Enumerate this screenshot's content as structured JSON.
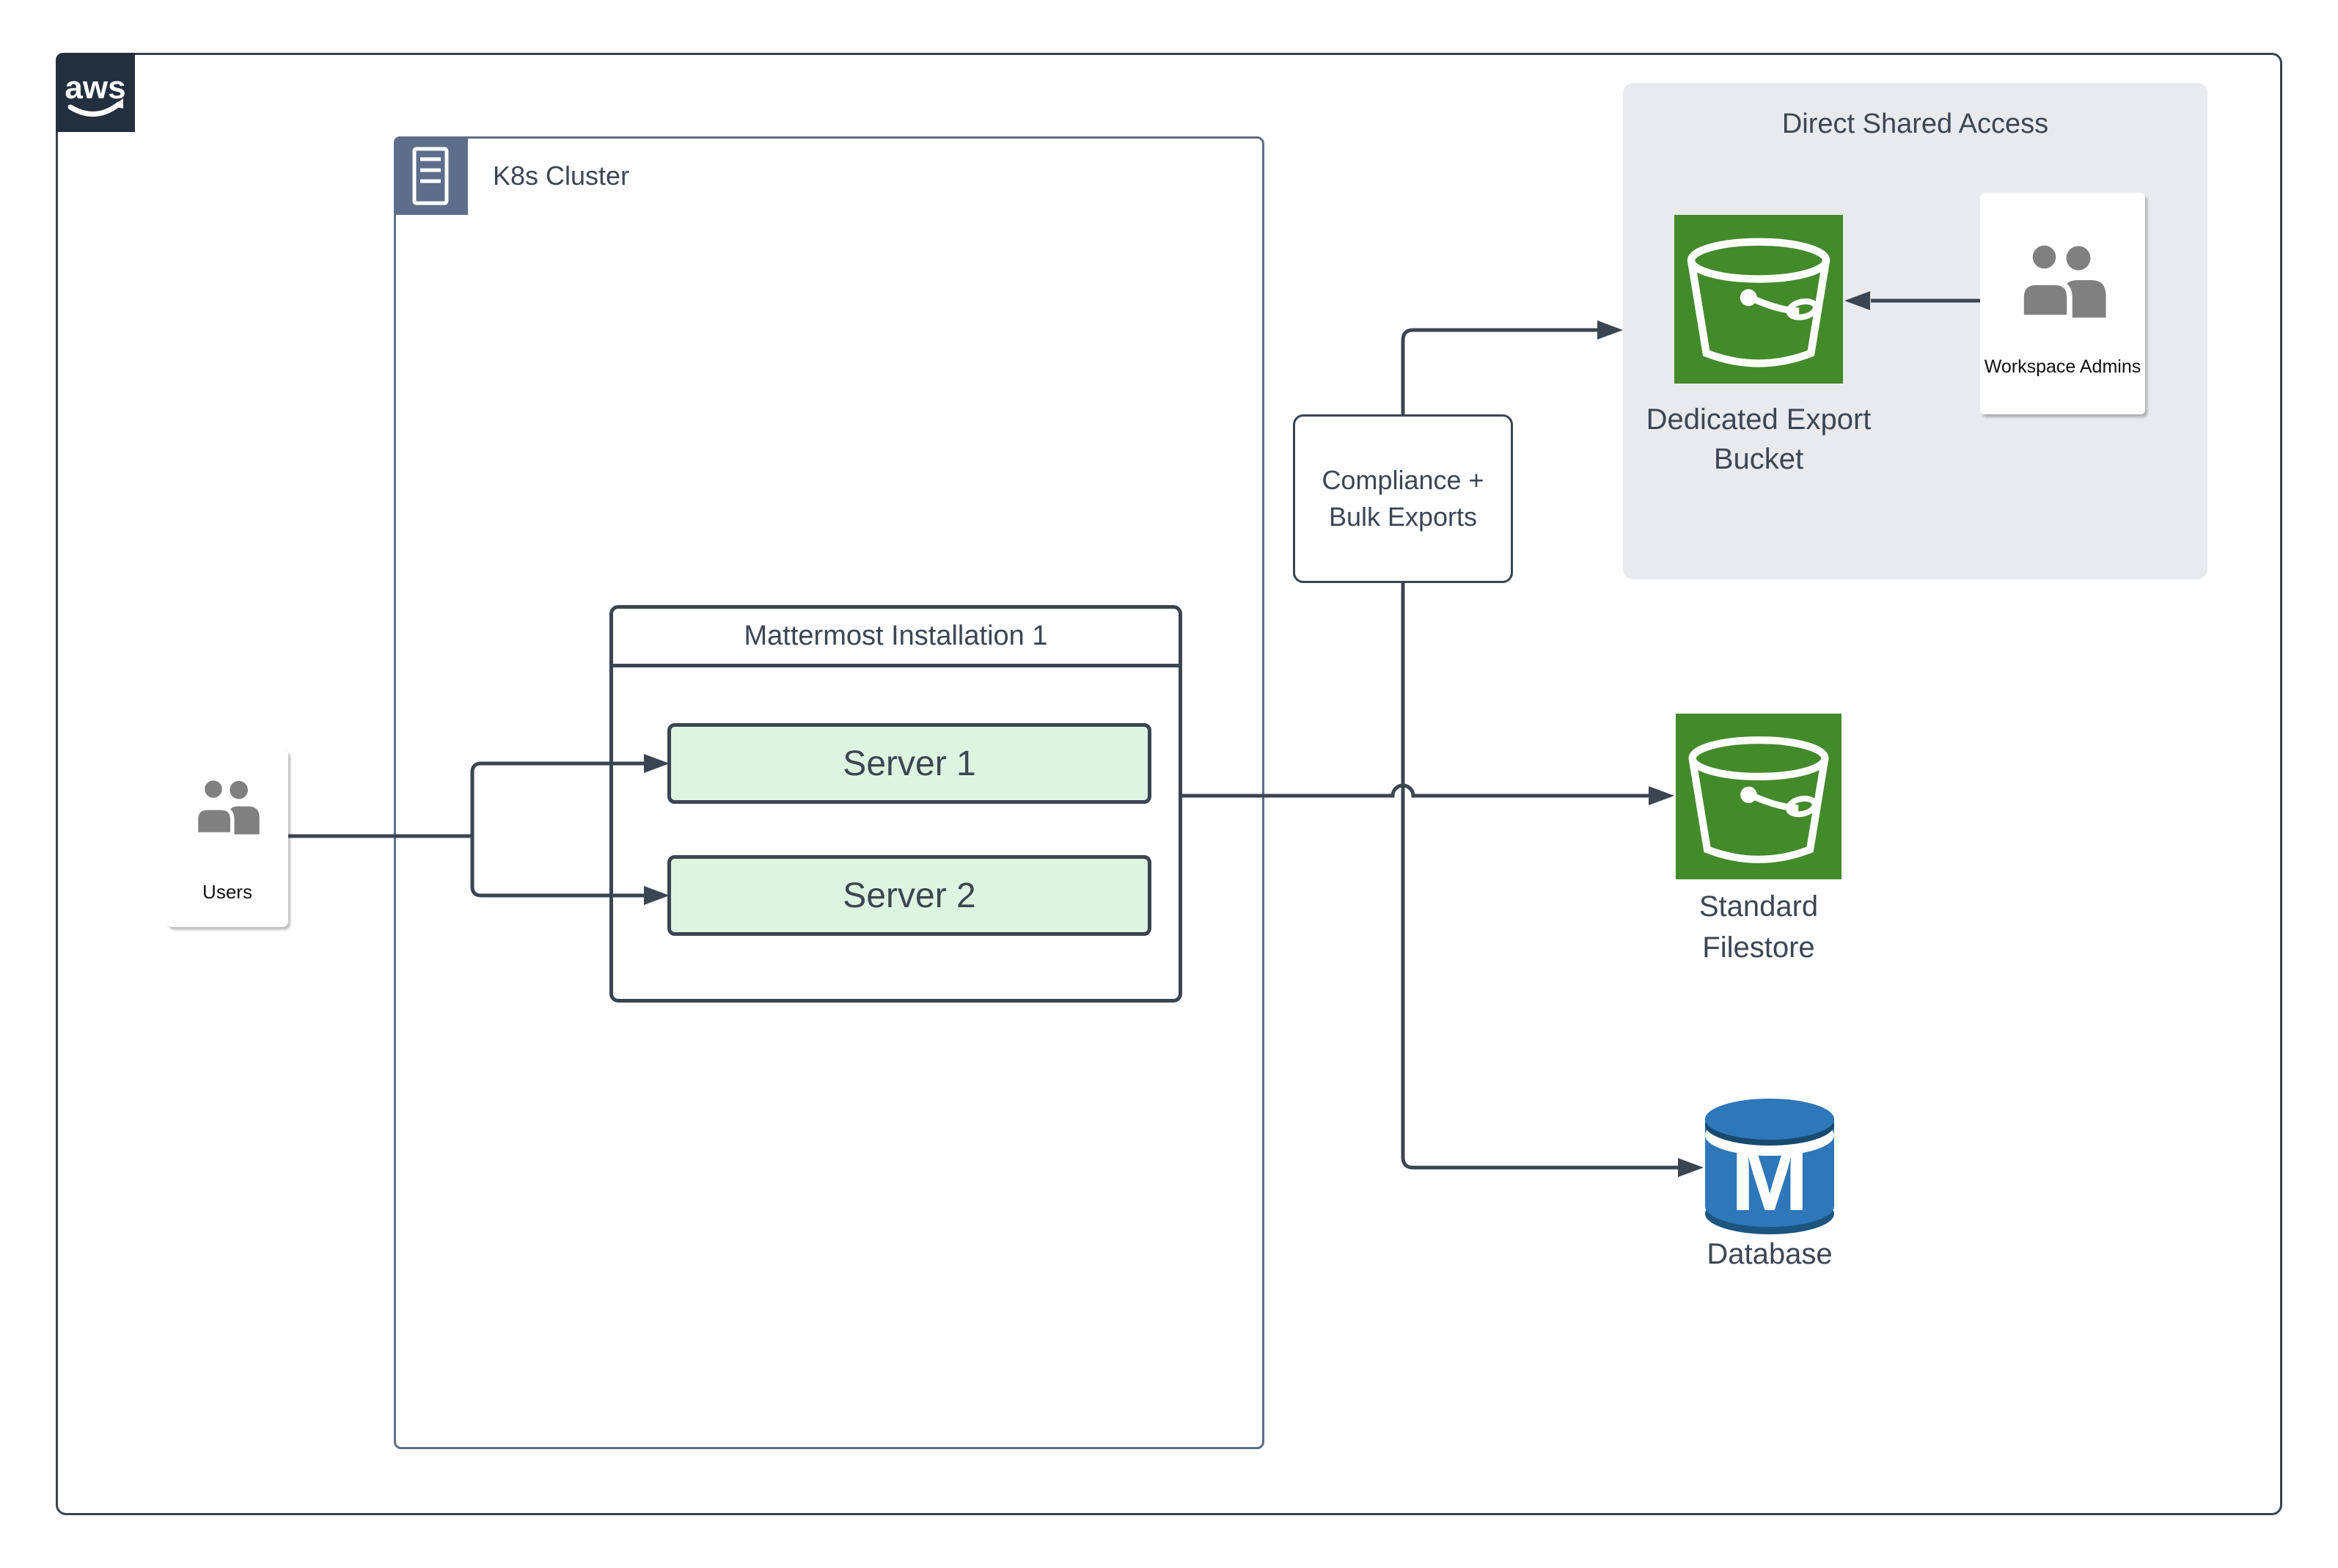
{
  "diagram": {
    "aws_logo": {
      "text": "aws"
    },
    "k8s_cluster": {
      "label": "K8s Cluster"
    },
    "mattermost": {
      "title": "Mattermost Installation 1",
      "servers": [
        {
          "label": "Server 1"
        },
        {
          "label": "Server 2"
        }
      ]
    },
    "users": {
      "label": "Users"
    },
    "compliance": {
      "line1": "Compliance +",
      "line2": "Bulk Exports"
    },
    "direct_shared_access": {
      "title": "Direct Shared Access",
      "bucket_line1": "Dedicated Export",
      "bucket_line2": "Bucket",
      "admins_label": "Workspace Admins"
    },
    "standard_filestore": {
      "line1": "Standard",
      "line2": "Filestore"
    },
    "database": {
      "label": "Database",
      "monogram": "M"
    },
    "colors": {
      "line_dark": "#3B4551",
      "slate_border": "#5E6E8A",
      "text": "#3C4653",
      "server_fill": "#DDF5E0",
      "panel_gray": "#E8EAEE",
      "bucket_green": "#438A2B",
      "db_blue": "#2E77B8",
      "db_blue_dark": "#1C567F",
      "icon_gray": "#808080",
      "aws_navy": "#232F3E"
    }
  }
}
